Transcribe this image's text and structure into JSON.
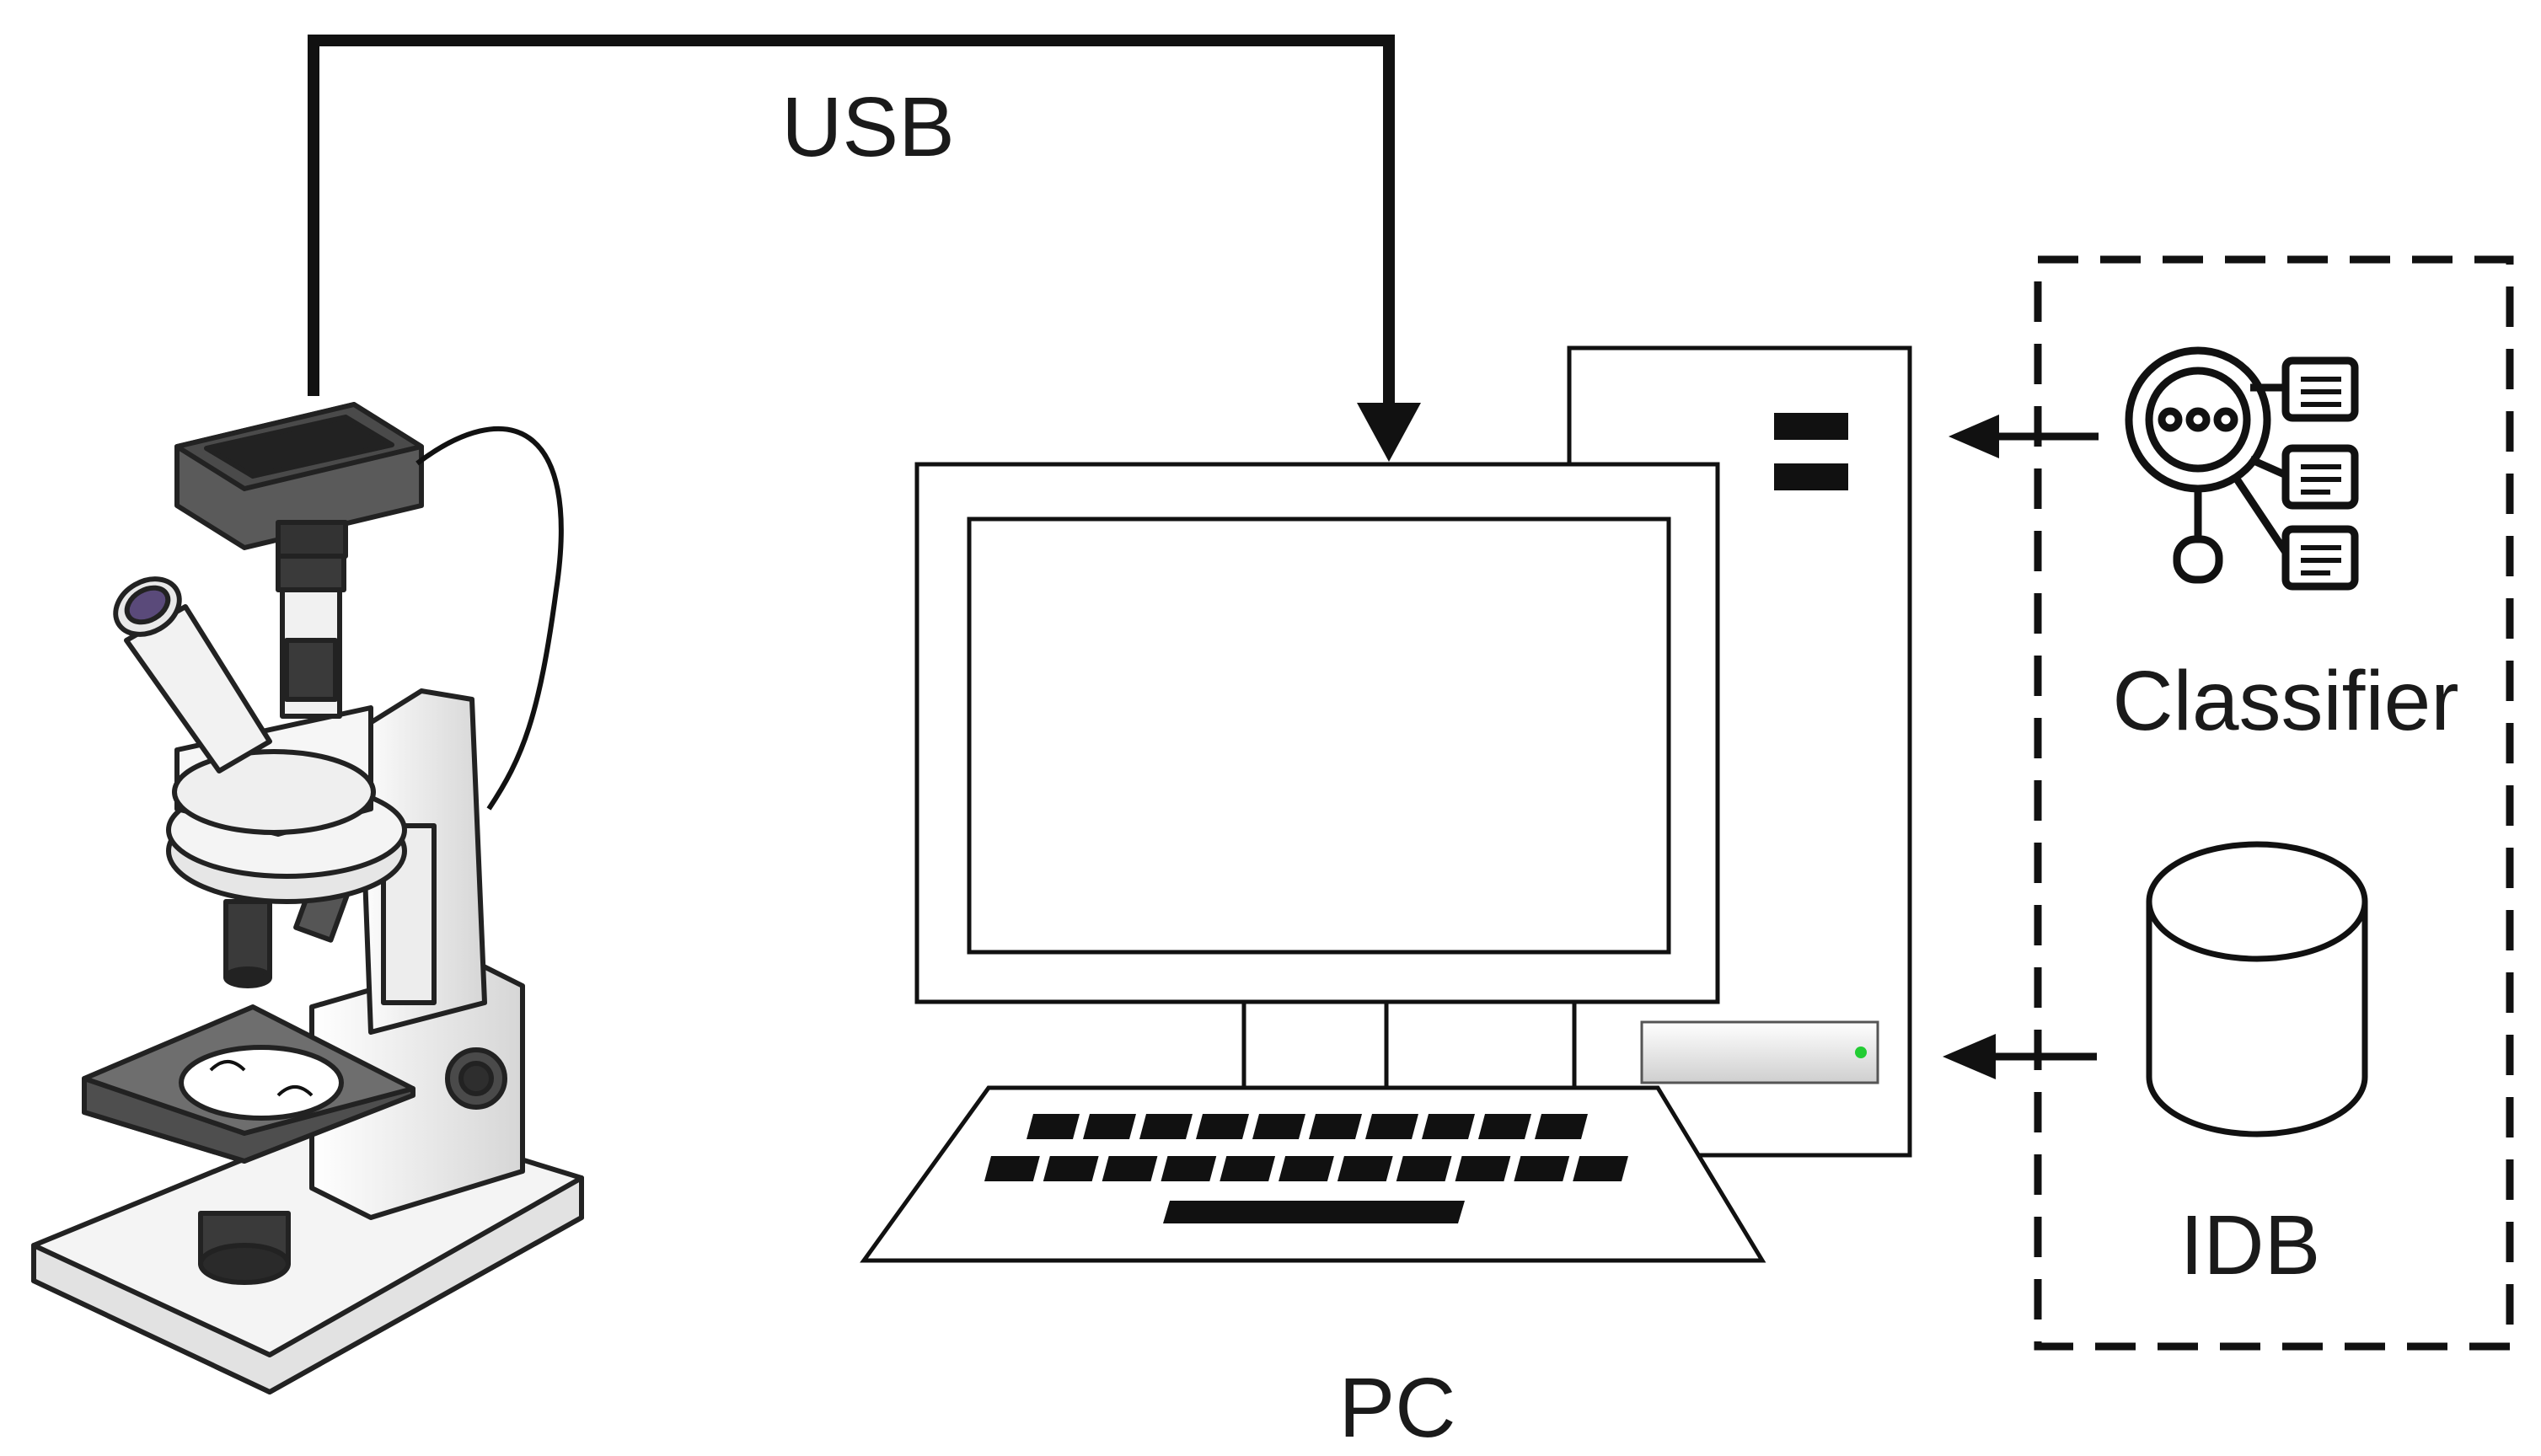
{
  "labels": {
    "usb": "USB",
    "pc": "PC",
    "classifier": "Classifier",
    "idb": "IDB"
  },
  "colors": {
    "line": "#111111",
    "microscope_body": "#f2f2f2",
    "microscope_dark": "#3a3a3a",
    "stage": "#6e6e6e",
    "led": "#22cc33"
  },
  "icons": {
    "microscope": "microscope-icon",
    "camera": "camera-icon",
    "monitor": "monitor-icon",
    "keyboard": "keyboard-icon",
    "tower": "computer-tower-icon",
    "classifier": "magnifier-document-icon",
    "database": "database-cylinder-icon"
  }
}
